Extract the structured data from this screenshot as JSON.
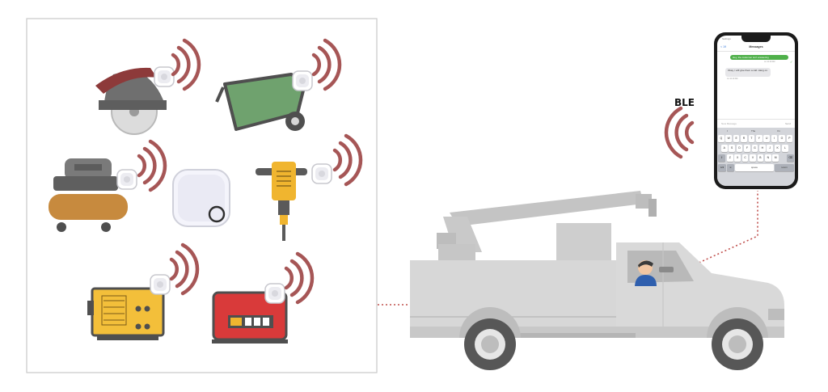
{
  "labels": {
    "ble": "BLE"
  },
  "phone": {
    "status_left": "Settings",
    "nav": {
      "back": "< 19",
      "title": "Messages"
    },
    "messages": [
      {
        "direction": "outgoing",
        "text": "Hey, the customer isn't answering",
        "time": "on 12:19 AM"
      },
      {
        "direction": "incoming",
        "text": "Okay, I will give them a call. Hang on.",
        "time": "on 12:19 AM"
      }
    ],
    "compose": {
      "placeholder": "New Message",
      "send_label": "Send"
    },
    "keyboard": {
      "suggestions": [
        "I",
        "The",
        "I'm"
      ],
      "rows": [
        [
          "Q",
          "W",
          "E",
          "R",
          "T",
          "Y",
          "U",
          "I",
          "O",
          "P"
        ],
        [
          "A",
          "S",
          "D",
          "F",
          "G",
          "H",
          "J",
          "K",
          "L"
        ],
        [
          "Z",
          "X",
          "C",
          "V",
          "B",
          "N",
          "M"
        ]
      ],
      "space_label": "space",
      "return_label": "return",
      "numbers_label": "123"
    }
  },
  "colors": {
    "wifi_arcs": "#a65656",
    "truck_body": "#d7d7d7",
    "truck_dark": "#b6b6b6",
    "tag": "#e8e8ec",
    "connector": "#c0504d",
    "box_border": "#c9c9c9"
  },
  "icons": [
    "circular-saw-icon",
    "wheelbarrow-icon",
    "air-compressor-icon",
    "bluetooth-tag-icon",
    "jackhammer-icon",
    "welder-generator-icon",
    "power-generator-icon",
    "bucket-truck-icon",
    "driver-icon",
    "smartphone-icon",
    "signal-waves-icon"
  ]
}
